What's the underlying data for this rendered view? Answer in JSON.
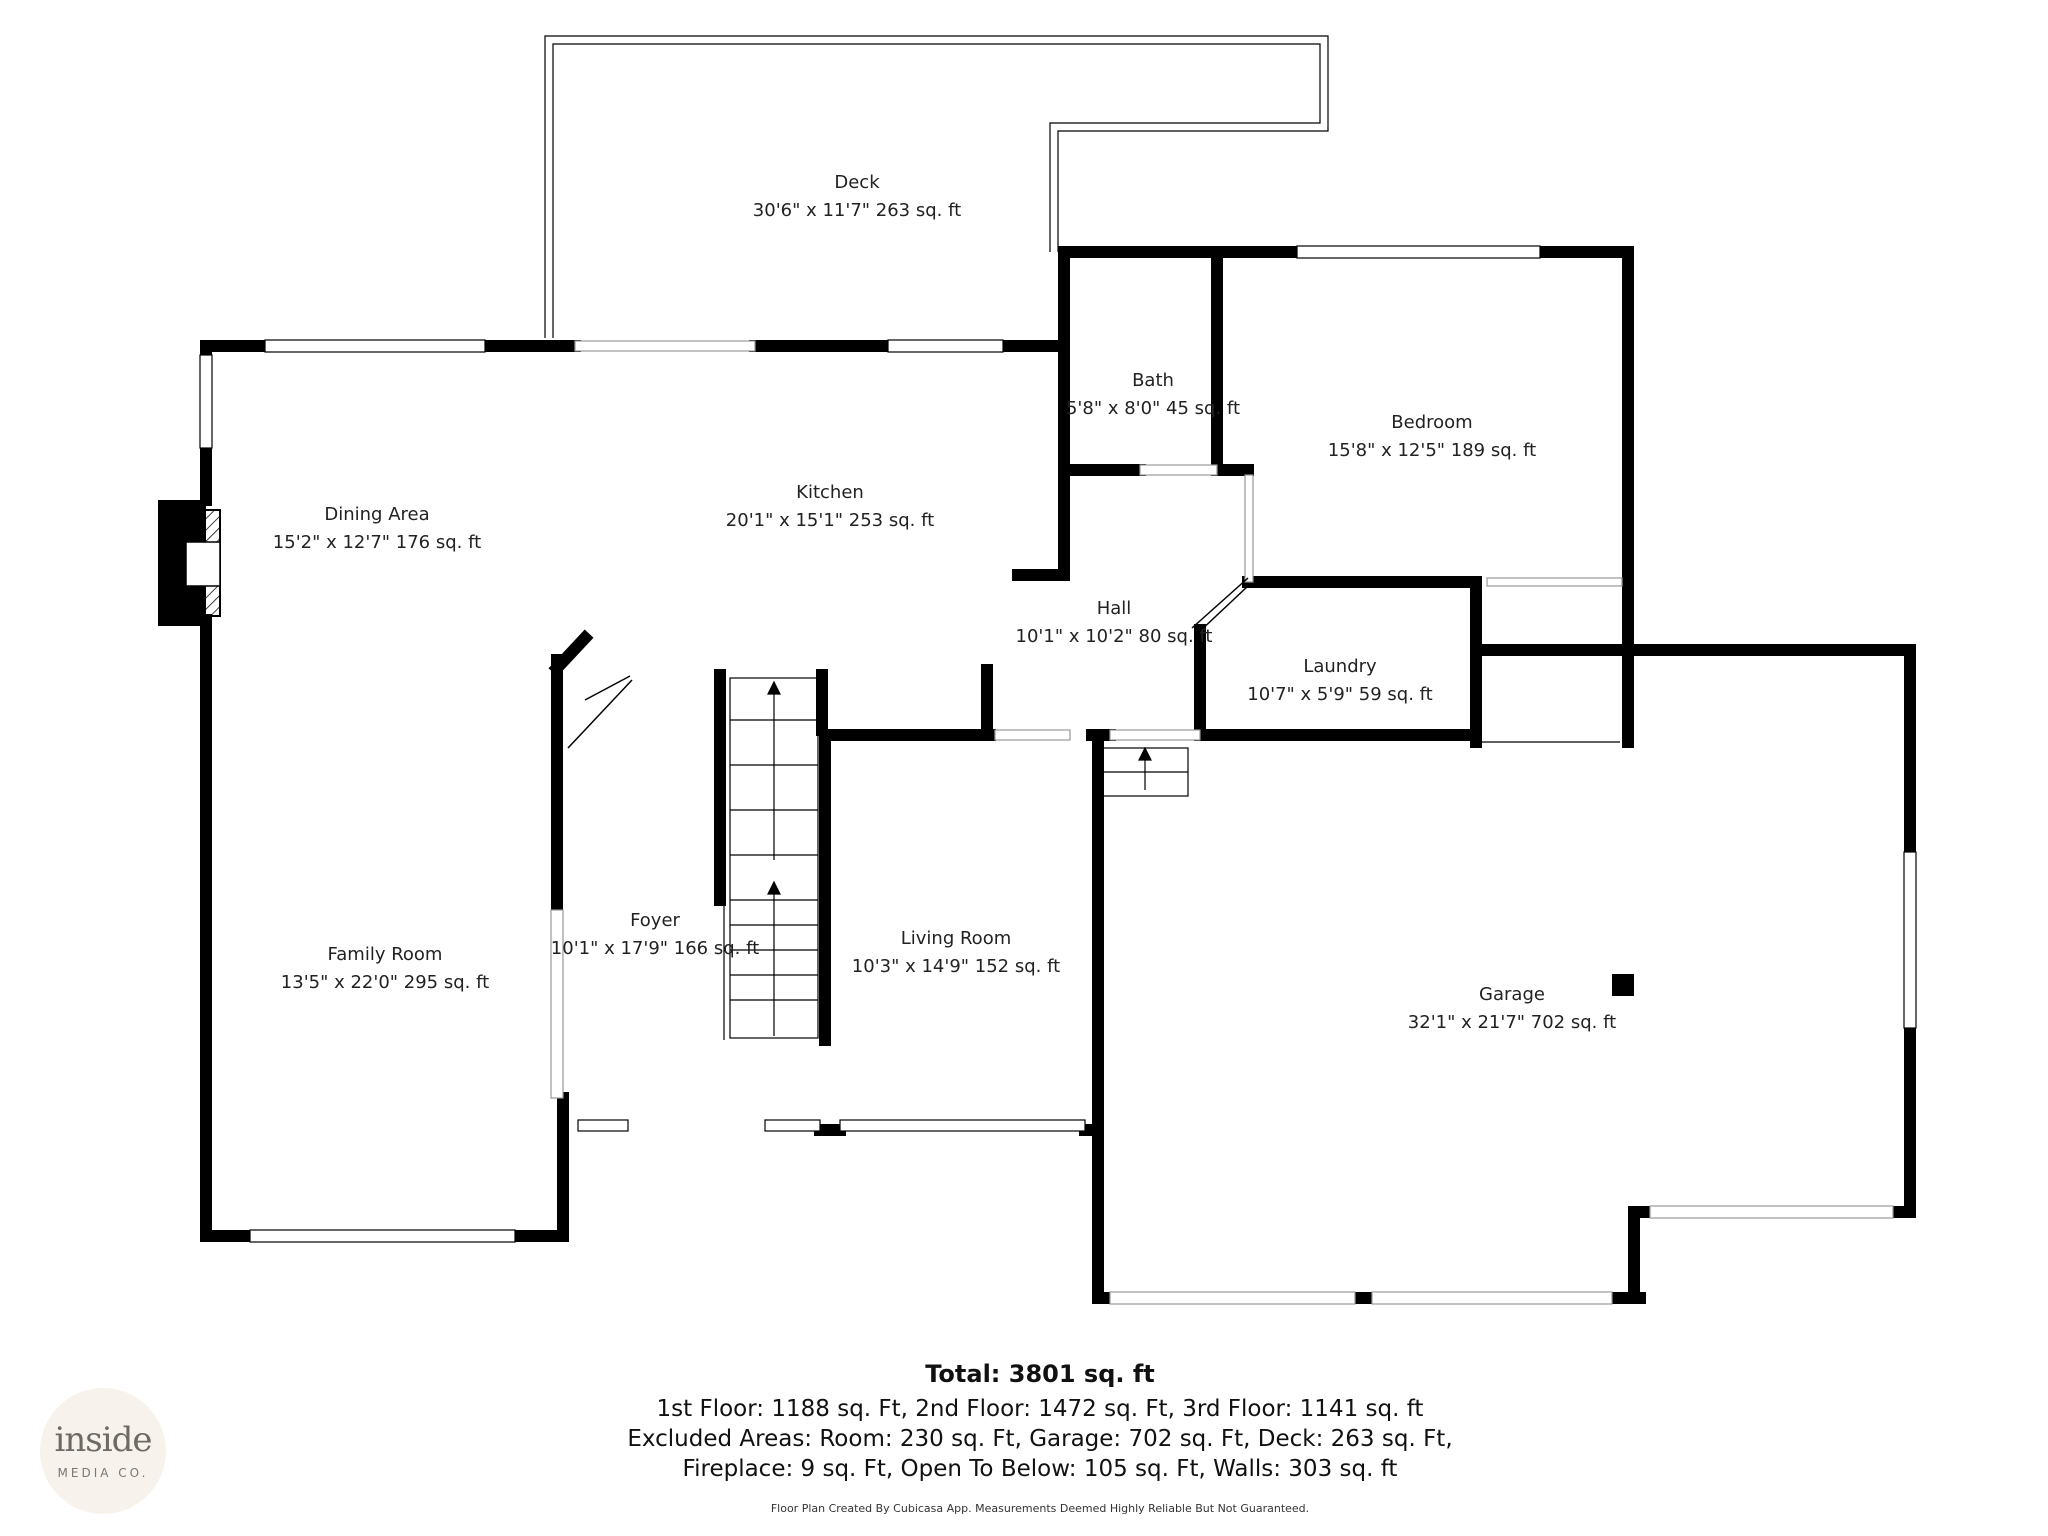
{
  "rooms": [
    {
      "id": "deck",
      "name": "Deck",
      "dims": "30'6\" x 11'7\" 263 sq. ft"
    },
    {
      "id": "bath",
      "name": "Bath",
      "dims": "5'8\" x 8'0\" 45 sq. ft"
    },
    {
      "id": "bedroom",
      "name": "Bedroom",
      "dims": "15'8\" x 12'5\" 189 sq. ft"
    },
    {
      "id": "kitchen",
      "name": "Kitchen",
      "dims": "20'1\" x 15'1\" 253 sq. ft"
    },
    {
      "id": "dining",
      "name": "Dining Area",
      "dims": "15'2\" x 12'7\" 176 sq. ft"
    },
    {
      "id": "hall",
      "name": "Hall",
      "dims": "10'1\" x 10'2\" 80 sq. ft"
    },
    {
      "id": "laundry",
      "name": "Laundry",
      "dims": "10'7\" x 5'9\" 59 sq. ft"
    },
    {
      "id": "foyer",
      "name": "Foyer",
      "dims": "10'1\" x 17'9\" 166 sq. ft"
    },
    {
      "id": "living",
      "name": "Living Room",
      "dims": "10'3\" x 14'9\" 152 sq. ft"
    },
    {
      "id": "family",
      "name": "Family Room",
      "dims": "13'5\" x 22'0\" 295 sq. ft"
    },
    {
      "id": "garage",
      "name": "Garage",
      "dims": "32'1\" x 21'7\" 702 sq. ft"
    }
  ],
  "summary": {
    "total": "Total: 3801 sq. ft",
    "line1": "1st Floor: 1188 sq. Ft, 2nd Floor: 1472 sq. Ft, 3rd Floor: 1141 sq. ft",
    "line2": "Excluded Areas: Room: 230 sq. Ft, Garage: 702 sq. Ft, Deck: 263 sq. Ft,",
    "line3": "Fireplace: 9 sq. Ft, Open To Below: 105 sq. Ft, Walls: 303 sq. ft",
    "disclaimer": "Floor Plan Created By Cubicasa App. Measurements Deemed Highly Reliable But Not Guaranteed."
  },
  "logo": {
    "word": "inside",
    "sub": "MEDIA CO."
  },
  "colors": {
    "wall": "#000000",
    "background": "#ffffff",
    "logo_bg": "#f7f3ec"
  }
}
